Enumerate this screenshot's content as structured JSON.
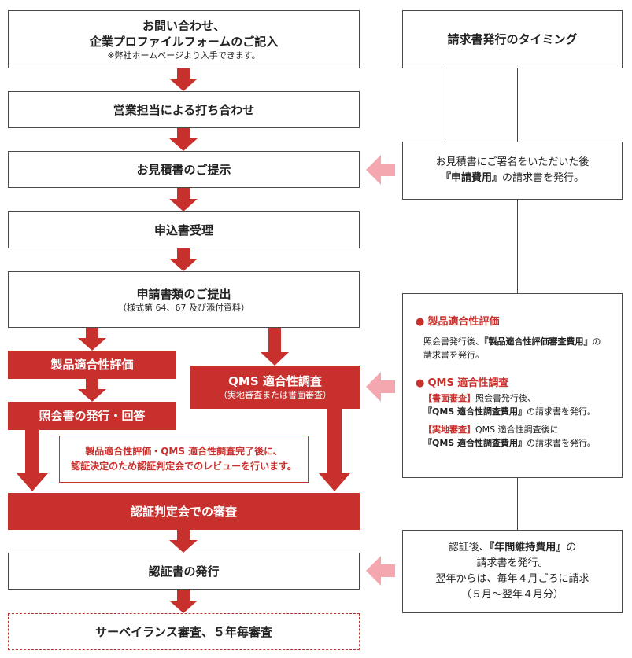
{
  "flow": {
    "inquiry": {
      "line1": "お問い合わせ、",
      "line2": "企業プロファイルフォームのご記入",
      "note": "※弊社ホームページより入手できます。"
    },
    "meeting": "営業担当による打ち合わせ",
    "quote": "お見積書のご提示",
    "application": "申込書受理",
    "documents": {
      "title": "申請書類のご提出",
      "note": "（様式第 64、67 及び添付資料）"
    },
    "product_eval": "製品適合性評価",
    "inquiry_letter": "照会書の発行・回答",
    "qms": {
      "title": "QMS 適合性調査",
      "note": "（実地審査または書面審査）"
    },
    "review_note": {
      "line1": "製品適合性評価・QMS 適合性調査完了後に、",
      "line2": "認証決定のため認証判定会でのレビューを行います。"
    },
    "committee": "認証判定会での審査",
    "certificate": "認証書の発行",
    "surveillance": "サーベイランス審査、５年毎審査"
  },
  "billing": {
    "header": "請求書発行のタイミング",
    "quote_box": {
      "line1": "お見積書にご署名をいただいた後",
      "line2_bold": "『申請費用』",
      "line2_rest": "の請求書を発行。"
    },
    "eval_box": {
      "bullet": "●",
      "product_title": "製品適合性評価",
      "product_line1_pre": "照会書発行後、",
      "product_line1_bold": "『製品適合性評価審査費用』",
      "product_line1_post": "の",
      "product_line2": "請求書を発行。",
      "qms_title": "QMS 適合性調査",
      "doc_label": "【書面審査】",
      "doc_line1": "照会書発行後、",
      "doc_bold": "『QMS 適合性調査費用』",
      "doc_line2": "の請求書を発行。",
      "site_label": "【実地審査】",
      "site_line1": "QMS 適合性調査後に",
      "site_bold": "『QMS 適合性調査費用』",
      "site_line2": "の請求書を発行。"
    },
    "cert_box": {
      "line1_pre": "認証後、",
      "line1_bold": "『年間維持費用』",
      "line1_post": "の",
      "line2": "請求書を発行。",
      "line3": "翌年からは、毎年４月ごろに請求",
      "line4": "（５月～翌年４月分）"
    }
  },
  "colors": {
    "accent": "#c8302d",
    "arrow_pink": "#f4a7ae",
    "border": "#4a4a4a"
  }
}
